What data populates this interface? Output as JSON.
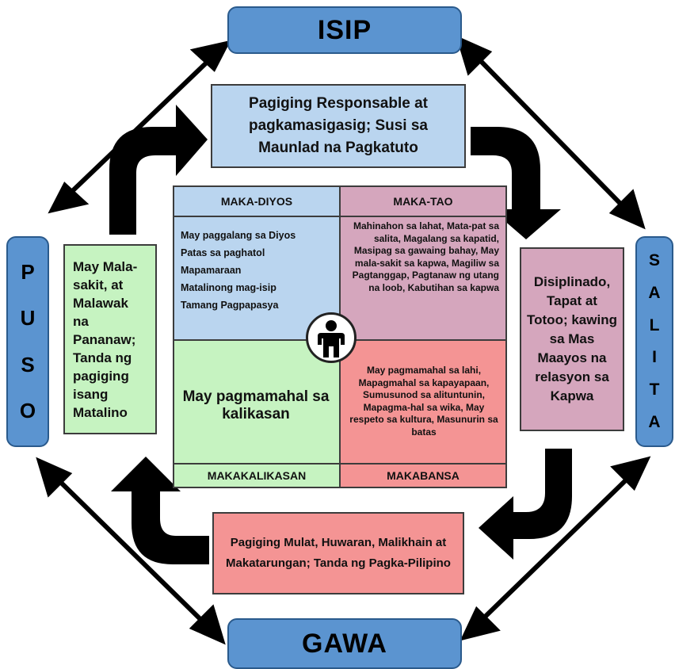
{
  "labels": {
    "top": "ISIP",
    "left_letters": [
      "P",
      "U",
      "S",
      "O"
    ],
    "right_letters": [
      "S",
      "A",
      "L",
      "I",
      "T",
      "A"
    ],
    "bottom": "GAWA"
  },
  "boxes": {
    "top_text": "Pagiging Responsable at pagkamasigasig; Susi sa Maunlad na Pagkatuto",
    "left_text": "May Mala-sakit, at Malawak na Pananaw; Tanda ng pagiging isang Matalino",
    "right_text": "Disiplinado, Tapat at Totoo; kawing sa Mas Maayos na relasyon sa Kapwa",
    "bottom_text": "Pagiging Mulat, Huwaran, Malikhain at Makatarungan; Tanda ng Pagka-Pilipino"
  },
  "quadrants": {
    "maka_diyos": {
      "header": "MAKA-DIYOS",
      "items": [
        "May paggalang sa Diyos",
        "Patas sa paghatol",
        "Mapamaraan",
        "Matalinong mag-isip",
        "Tamang Pagpapasya"
      ]
    },
    "maka_tao": {
      "header": "MAKA-TAO",
      "text": "Mahinahon sa lahat, Mata-pat sa salita, Magalang sa kapatid, Masipag sa gawaing bahay, May mala-sakit sa kapwa, Magiliw sa Pagtanggap, Pagtanaw ng utang na loob, Kabutihan sa kapwa"
    },
    "makakalikasan": {
      "header": "MAKAKALIKASAN",
      "text": "May pagmamahal sa kalikasan"
    },
    "makabansa": {
      "header": "MAKABANSA",
      "text": "May pagmamahal sa lahi, Mapagmahal sa kapayapaan, Sumusunod sa alituntunin, Mapagma-hal sa wika, May respeto sa kultura, Masunurin sa batas"
    }
  },
  "colors": {
    "pill_blue": "#5b94d0",
    "light_blue": "#bad5ef",
    "pink": "#d5a6bd",
    "light_green": "#c6f3c1",
    "salmon": "#f49494",
    "arrow": "#000000"
  },
  "icons": {
    "center": "person-icon"
  }
}
